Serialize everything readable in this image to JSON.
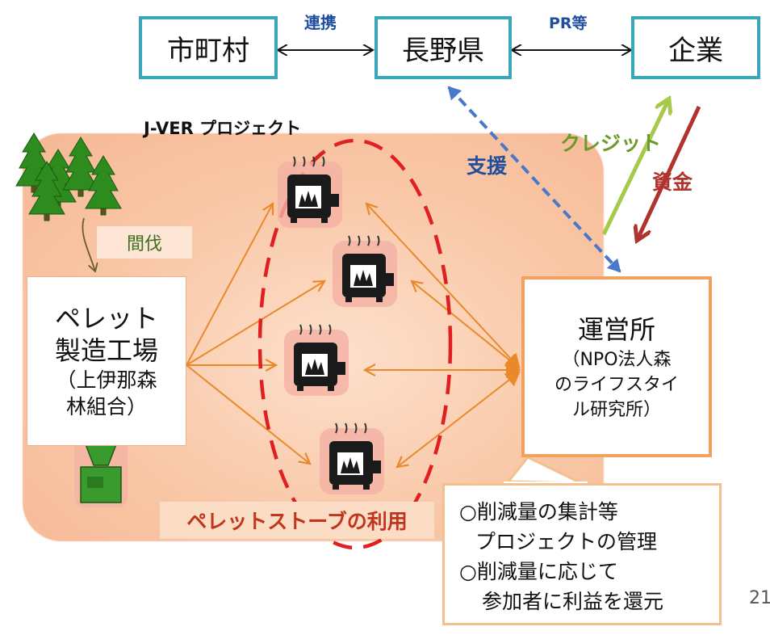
{
  "top_boxes": {
    "municipality": "市町村",
    "prefecture": "長野県",
    "company": "企業"
  },
  "links": {
    "cooperation": "連携",
    "pr": "PR等",
    "support": "支援",
    "credit": "クレジット",
    "funds": "資金",
    "thinning": "間伐"
  },
  "project": {
    "title": "J-VER プロジェクト",
    "stove_caption": "ペレットストーブの利用"
  },
  "pellet_factory": {
    "line1": "ペレット",
    "line2": "製造工場",
    "line3": "（上伊那森",
    "line4": "林組合）"
  },
  "office": {
    "line1": "運営所",
    "line2": "（NPO法人森",
    "line3": "のライフスタイ",
    "line4": "ル研究所）"
  },
  "callout": {
    "line1": "○削減量の集計等",
    "line2": "プロジェクトの管理",
    "line3": "○削減量に応じて",
    "line4": "参加者に利益を還元"
  },
  "page_number": "21",
  "colors": {
    "box_border": "#3aa6b9",
    "orange": "#e98a2a",
    "red_dash": "#e02020",
    "blue_dash": "#4a78c8",
    "credit_green": "#a6c94a",
    "fund_red": "#b0332e",
    "tree_green": "#2e8b1e"
  },
  "icons": [
    "tree-icon",
    "stove-icon",
    "pellet-machine-icon"
  ]
}
